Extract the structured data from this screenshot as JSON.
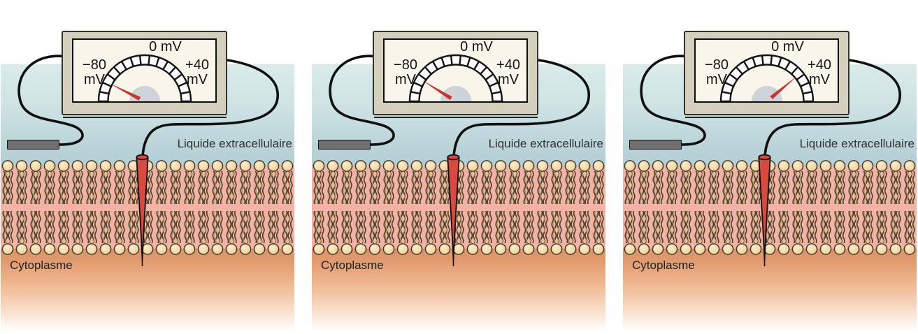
{
  "meter": {
    "scale": {
      "left_value": "−80",
      "left_unit": "mV",
      "top_label": "0 mV",
      "right_value": "+40",
      "right_unit": "mV"
    },
    "tick_segments": 15,
    "colors": {
      "case": "#d5cfbd",
      "face": "#f9f5eb",
      "ring_fill": "#ffffff",
      "outline": "#141414",
      "pivot": "#cdd3d9",
      "needle": "#c3372e"
    }
  },
  "labels": {
    "extracellular": "Liquide extracellulaire",
    "cytoplasm": "Cytoplasme"
  },
  "panels": [
    {
      "name": "panel-1",
      "needle_angle_deg": -63
    },
    {
      "name": "panel-2",
      "needle_angle_deg": -58
    },
    {
      "name": "panel-3",
      "needle_angle_deg": 50
    }
  ],
  "palette": {
    "extracellular_top": "#d9ebea",
    "extracellular_bottom": "#b2ced4",
    "membrane_fill": "#f3b2a3",
    "head_light": "#fdeccb",
    "head_dark": "#e9c389",
    "head_outline": "#3e3c30",
    "tail_dark": "#4a4734",
    "tail_highlight": "#c49e5e",
    "cytoplasm_top": "#db8f63",
    "cytoplasm_bottom": "#ffffff",
    "wire": "#101010",
    "reference_electrode": "#6e6e6e",
    "pipette_red": "#d84a40"
  }
}
